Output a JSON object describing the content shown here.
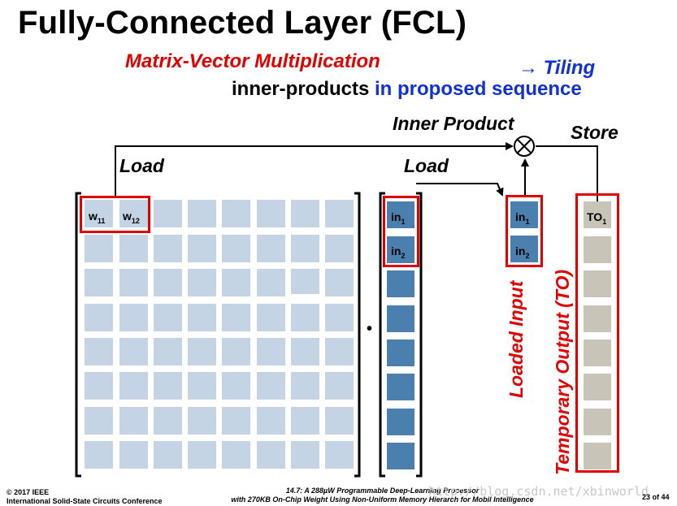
{
  "slide": {
    "title": "Fully-Connected Layer (FCL)",
    "subtitle": "Matrix-Vector Multiplication",
    "tiling": "→ Tiling",
    "inner_products_black": "inner-products ",
    "inner_products_blue": "in proposed sequence"
  },
  "diagram": {
    "load_label_1": "Load",
    "load_label_2": "Load",
    "inner_product_label": "Inner Product",
    "store_label": "Store",
    "multiply_symbol": "⊗",
    "dot_operator": "•",
    "weight_labels": [
      {
        "base": "w",
        "sub": "11"
      },
      {
        "base": "w",
        "sub": "12"
      }
    ],
    "input_labels": [
      {
        "base": "in",
        "sub": "1"
      },
      {
        "base": "in",
        "sub": "2"
      }
    ],
    "loaded_input_labels": [
      {
        "base": "in",
        "sub": "1"
      },
      {
        "base": "in",
        "sub": "2"
      }
    ],
    "to_label": {
      "base": "TO",
      "sub": "1"
    },
    "loaded_input_caption": "Loaded Input",
    "temporary_output_caption": "Temporary Output (TO)"
  },
  "colors": {
    "accent_red": "#e00000",
    "accent_blue": "#1030d8",
    "weight_cell": "#c4d4e4",
    "input_cell": "#4a7fae",
    "output_cell": "#c8c4b8"
  },
  "footer": {
    "copyright": "© 2017 IEEE",
    "conference": "International Solid-State Circuits Conference",
    "paper_line1": "14.7: A 288µW Programmable Deep-Learning Processor",
    "paper_line2": "with 270KB On-Chip Weight Using Non-Uniform Memory Hierarch for Mobil Intelligence",
    "watermark": "http://blog.csdn.net/xbinworld",
    "page": "23 of 44"
  }
}
